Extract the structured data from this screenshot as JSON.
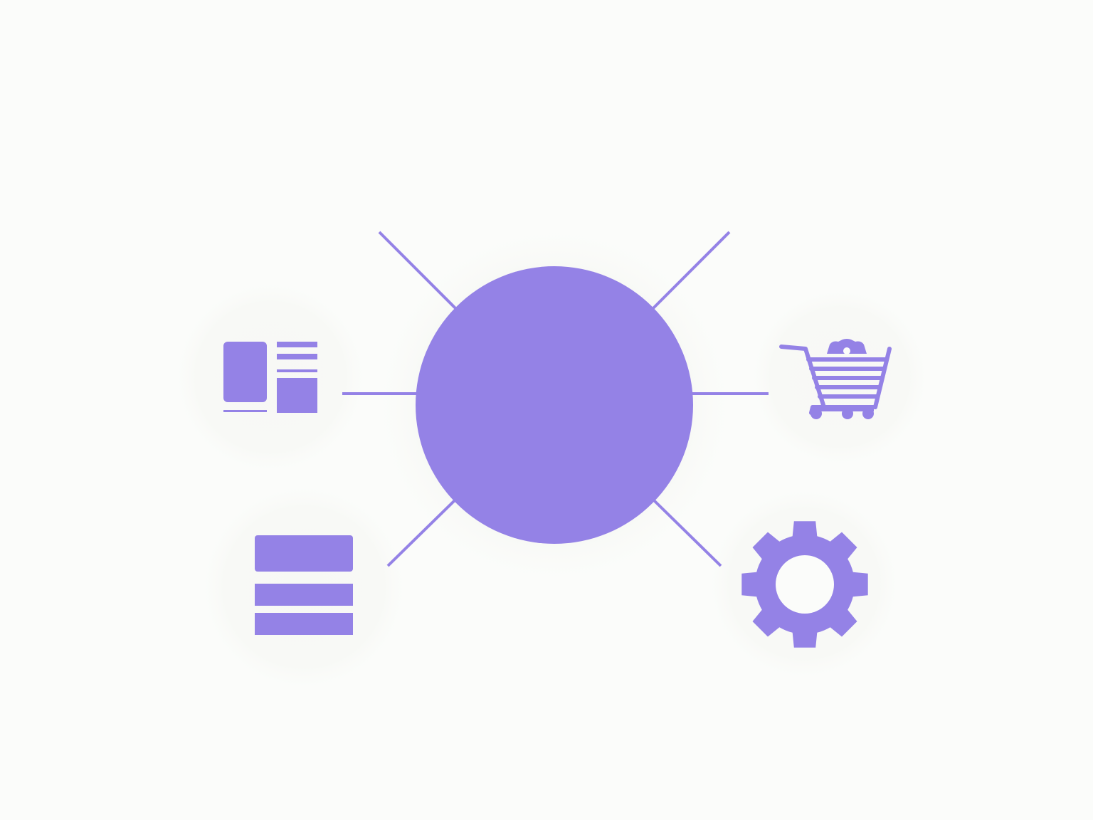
{
  "colors": {
    "background": "#fbfcfa",
    "accent": "#9482e6",
    "halo": "#f6f7f4"
  },
  "hub": {
    "name": "central-hub-circle"
  },
  "nodes": [
    {
      "key": "layout",
      "icon": "layout-grid-icon"
    },
    {
      "key": "cart",
      "icon": "shopping-cart-icon"
    },
    {
      "key": "list",
      "icon": "list-stack-icon"
    },
    {
      "key": "settings",
      "icon": "gear-icon"
    }
  ],
  "connectors": [
    {
      "from": "hub",
      "to": "layout"
    },
    {
      "from": "hub",
      "to": "cart"
    },
    {
      "from": "hub",
      "to": "list"
    },
    {
      "from": "hub",
      "to": "settings"
    },
    {
      "from": "hub",
      "to": "none"
    },
    {
      "from": "hub",
      "to": "none"
    }
  ]
}
